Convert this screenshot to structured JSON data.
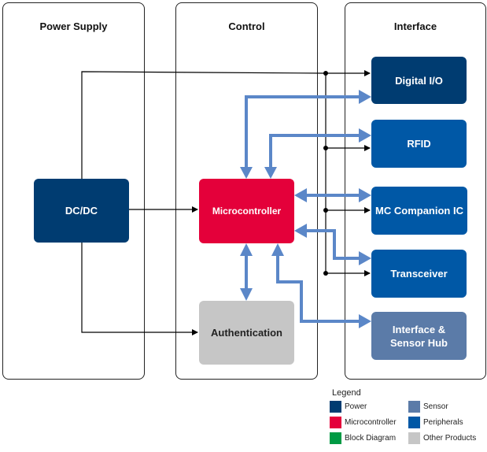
{
  "panels": [
    {
      "id": "power",
      "title": "Power Supply"
    },
    {
      "id": "control",
      "title": "Control"
    },
    {
      "id": "interface",
      "title": "Interface"
    }
  ],
  "blocks": {
    "dcdc": {
      "label": "DC/DC",
      "category": "Power"
    },
    "microcontroller": {
      "label": "Microcontroller",
      "category": "Microcontroller"
    },
    "authentication": {
      "label": "Authentication",
      "category": "Other Products"
    },
    "digital_io": {
      "label": "Digital I/O",
      "category": "Power"
    },
    "rfid": {
      "label": "RFID",
      "category": "Peripherals"
    },
    "mc_companion": {
      "label": "MC Companion IC",
      "category": "Peripherals"
    },
    "transceiver": {
      "label": "Transceiver",
      "category": "Peripherals"
    },
    "sensor_hub": {
      "label_line1": "Interface &",
      "label_line2": "Sensor Hub",
      "category": "Sensor"
    }
  },
  "colors": {
    "power": "#003c71",
    "microcontroller": "#e4003a",
    "block_diagram": "#009a44",
    "sensor": "#5b7ba8",
    "peripherals": "#0058a6",
    "other_products": "#c6c6c6",
    "data_bus": "#5b87c8",
    "power_line": "#000000"
  },
  "connections": [
    {
      "from": "DC/DC",
      "to": "Digital I/O",
      "type": "power"
    },
    {
      "from": "DC/DC",
      "to": "RFID",
      "type": "power"
    },
    {
      "from": "DC/DC",
      "to": "MC Companion IC",
      "type": "power"
    },
    {
      "from": "DC/DC",
      "to": "Transceiver",
      "type": "power"
    },
    {
      "from": "DC/DC",
      "to": "Microcontroller",
      "type": "power"
    },
    {
      "from": "DC/DC",
      "to": "Authentication",
      "type": "power"
    },
    {
      "from": "Microcontroller",
      "to": "Digital I/O",
      "type": "data",
      "direction": "to-target"
    },
    {
      "from": "Microcontroller",
      "to": "RFID",
      "type": "data",
      "direction": "bidirectional"
    },
    {
      "from": "Microcontroller",
      "to": "MC Companion IC",
      "type": "data",
      "direction": "bidirectional"
    },
    {
      "from": "Microcontroller",
      "to": "Transceiver",
      "type": "data",
      "direction": "bidirectional"
    },
    {
      "from": "Microcontroller",
      "to": "Authentication",
      "type": "data",
      "direction": "bidirectional"
    },
    {
      "from": "Microcontroller",
      "to": "Interface & Sensor Hub",
      "type": "data",
      "direction": "bidirectional"
    }
  ],
  "legend": {
    "title": "Legend",
    "items": [
      {
        "label": "Power",
        "color": "#003c71"
      },
      {
        "label": "Sensor",
        "color": "#5b7ba8"
      },
      {
        "label": "Microcontroller",
        "color": "#e4003a"
      },
      {
        "label": "Peripherals",
        "color": "#0058a6"
      },
      {
        "label": "Block Diagram",
        "color": "#009a44"
      },
      {
        "label": "Other Products",
        "color": "#c6c6c6"
      }
    ]
  }
}
